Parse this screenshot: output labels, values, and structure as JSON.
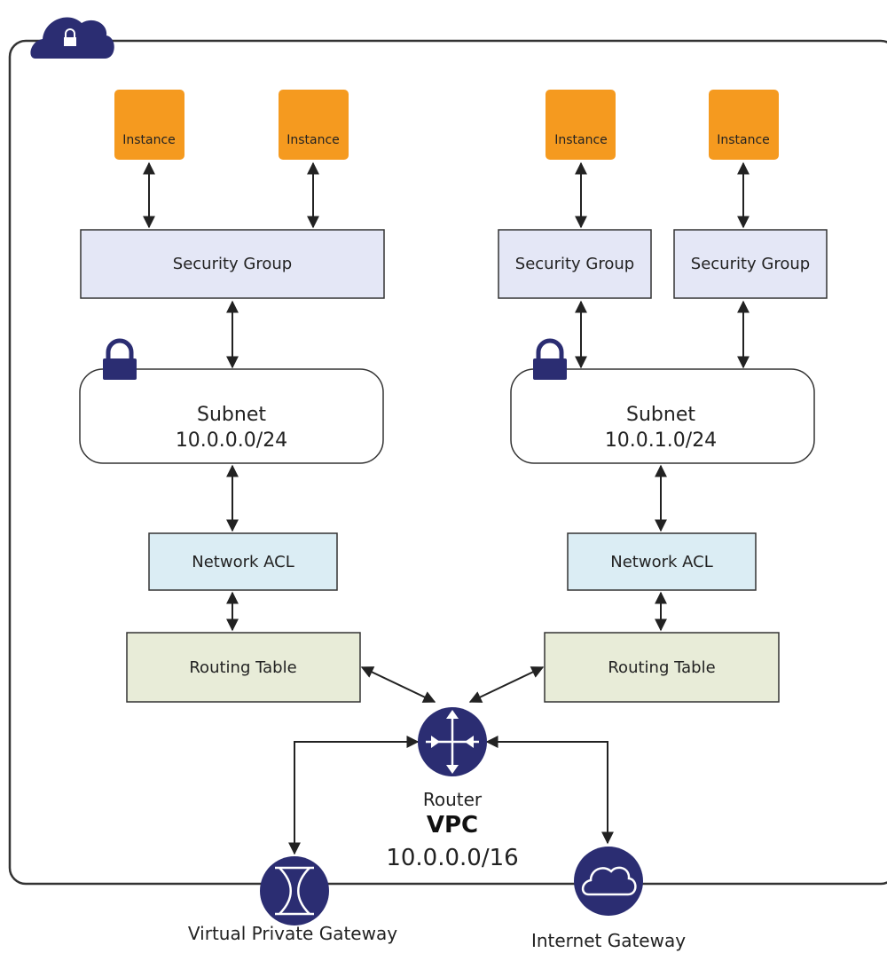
{
  "vpc": {
    "label": "VPC",
    "cidr": "10.0.0.0/16",
    "icon": "vpc-cloud-lock-icon"
  },
  "left_zone": {
    "instances": [
      "Instance",
      "Instance"
    ],
    "security_group": "Security Group",
    "subnet": {
      "label": "Subnet",
      "cidr": "10.0.0.0/24",
      "icon": "padlock-icon"
    },
    "network_acl": "Network ACL",
    "routing_table": "Routing Table"
  },
  "right_zone": {
    "instances": [
      "Instance",
      "Instance"
    ],
    "security_groups": [
      "Security Group",
      "Security Group"
    ],
    "subnet": {
      "label": "Subnet",
      "cidr": "10.0.1.0/24",
      "icon": "padlock-icon"
    },
    "network_acl": "Network ACL",
    "routing_table": "Routing Table"
  },
  "router": {
    "label": "Router",
    "icon": "router-icon"
  },
  "gateways": {
    "vpg": {
      "label": "Virtual Private Gateway",
      "icon": "vpn-gateway-icon"
    },
    "igw": {
      "label": "Internet Gateway",
      "icon": "internet-gateway-cloud-icon"
    }
  },
  "colors": {
    "instance": "#f59a1f",
    "security_group": "#e4e7f6",
    "network_acl": "#dbedf4",
    "routing_table": "#e8ecd8",
    "icon_navy": "#2b2d72",
    "line": "#222222"
  }
}
